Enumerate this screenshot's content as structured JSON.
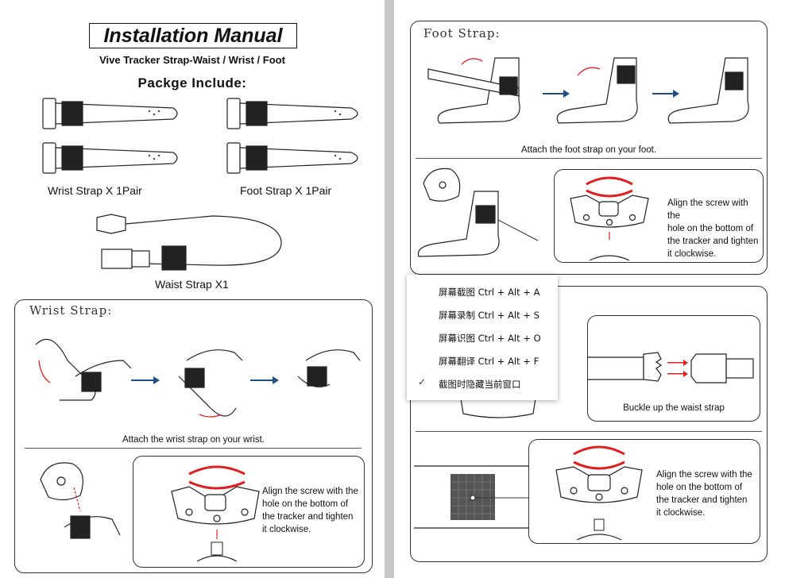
{
  "left": {
    "title": "Installation Manual",
    "subtitle": "Vive Tracker Strap-Waist / Wrist / Foot",
    "package_heading": "Packge  Include:",
    "wrist_pair_label": "Wrist Strap X 1Pair",
    "foot_pair_label": "Foot Strap X 1Pair",
    "waist_label": "Waist Strap X1",
    "wrist_section": {
      "title": "Wrist Strap:",
      "caption": "Attach the wrist strap on your wrist.",
      "instructions": [
        "Align the screw with the",
        "hole on the bottom of",
        "the tracker and tighten",
        "it clockwise."
      ]
    }
  },
  "right": {
    "foot_section": {
      "title": "Foot Strap:",
      "caption": "Attach the foot strap on your foot.",
      "instructions": [
        "Align the screw with the",
        "hole on the bottom of",
        "the tracker and tighten",
        "it clockwise."
      ]
    },
    "waist_section": {
      "buckle_caption": "Buckle up the waist strap",
      "instructions": [
        "Align the screw with the",
        "hole on the bottom of",
        "the tracker and tighten",
        "it clockwise."
      ]
    }
  },
  "context_menu": {
    "items": [
      {
        "label": "屏幕截图 Ctrl + Alt + A",
        "checked": false
      },
      {
        "label": "屏幕录制 Ctrl + Alt + S",
        "checked": false
      },
      {
        "label": "屏幕识图 Ctrl + Alt + O",
        "checked": false
      },
      {
        "label": "屏幕翻译 Ctrl + Alt + F",
        "checked": false
      },
      {
        "label": "截图时隐藏当前窗口",
        "checked": true
      }
    ]
  },
  "colors": {
    "arrow_blue": "#1f4e8c",
    "arrow_red": "#e02020",
    "line": "#333333"
  }
}
